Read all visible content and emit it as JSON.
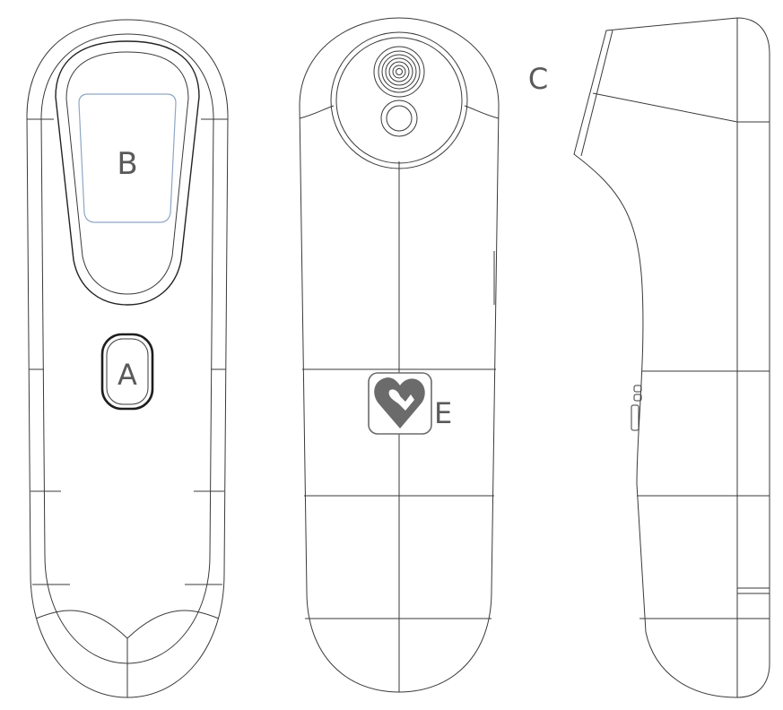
{
  "labels": {
    "a": "A",
    "b": "B",
    "c": "C",
    "e": "E"
  },
  "colors": {
    "outline": "#3a3a3a",
    "display_window": "#8fa6c4",
    "label_text": "#5a5a5a",
    "logo": "#6b6b6b"
  },
  "icons": {
    "logo": "heart-logo-icon",
    "sensor": "infrared-sensor-icon"
  }
}
